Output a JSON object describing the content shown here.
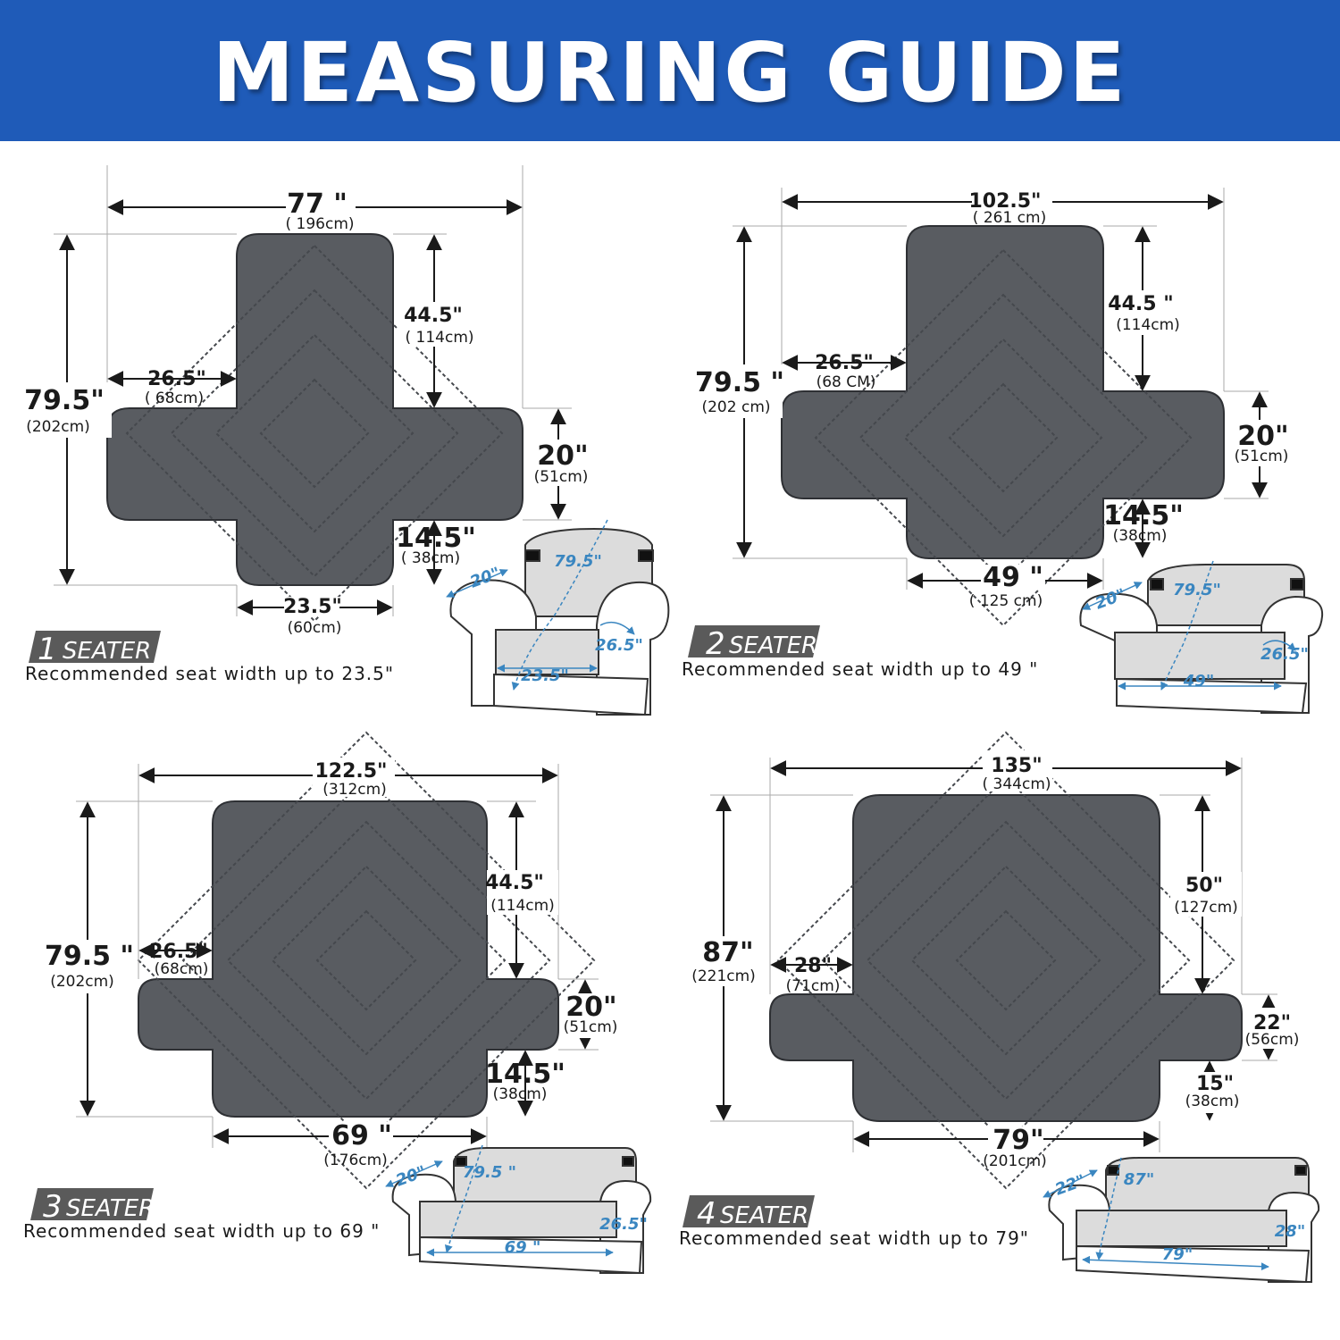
{
  "title": "MEASURING GUIDE",
  "colors": {
    "banner": "#1f5bb8",
    "cover": "#595c61",
    "stitch": "#44474c",
    "measure_blue": "#3a86c0",
    "badge": "#5a5a5a"
  },
  "panels": [
    {
      "seater_number": "1",
      "seater_word": "SEATER",
      "recommendation": "Recommended seat width up to 23.5\"",
      "dims": {
        "total_width": "77 \"",
        "total_width_cm": "( 196cm)",
        "total_height": "79.5\"",
        "total_height_cm": "(202cm)",
        "back_height": "44.5\"",
        "back_height_cm": "( 114cm)",
        "arm_width": "26.5\"",
        "arm_width_cm": "( 68cm)",
        "arm_height": "20\"",
        "arm_height_cm": "(51cm)",
        "skirt": "14.5\"",
        "skirt_cm": "( 38cm)",
        "seat_width": "23.5\"",
        "seat_width_cm": "(60cm)"
      },
      "sofa": {
        "back": "79.5\"",
        "arm": "20\"",
        "side": "26.5\"",
        "seat": "23.5\""
      }
    },
    {
      "seater_number": "2",
      "seater_word": "SEATER",
      "recommendation": "Recommended seat width up to 49 \"",
      "dims": {
        "total_width": "102.5\"",
        "total_width_cm": "( 261 cm)",
        "total_height": "79.5 \"",
        "total_height_cm": "(202 cm)",
        "back_height": "44.5 \"",
        "back_height_cm": "(114cm)",
        "arm_width": "26.5\"",
        "arm_width_cm": "(68 CM)",
        "arm_height": "20\"",
        "arm_height_cm": "(51cm)",
        "skirt": "14.5\"",
        "skirt_cm": "(38cm)",
        "seat_width": "49 \"",
        "seat_width_cm": "( 125 cm)"
      },
      "sofa": {
        "back": "79.5\"",
        "arm": "20\"",
        "side": "26.5\"",
        "seat": "49\""
      }
    },
    {
      "seater_number": "3",
      "seater_word": "SEATER",
      "recommendation": "Recommended seat width up to 69 \"",
      "dims": {
        "total_width": "122.5\"",
        "total_width_cm": "(312cm)",
        "total_height": "79.5 \"",
        "total_height_cm": "(202cm)",
        "back_height": "44.5\"",
        "back_height_cm": "(114cm)",
        "arm_width": "26.5\"",
        "arm_width_cm": "(68cm)",
        "arm_height": "20\"",
        "arm_height_cm": "(51cm)",
        "skirt": "14.5\"",
        "skirt_cm": "(38cm)",
        "seat_width": "69 \"",
        "seat_width_cm": "(176cm)"
      },
      "sofa": {
        "back": "79.5 \"",
        "arm": "20\"",
        "side": "26.5\"",
        "seat": "69 \""
      }
    },
    {
      "seater_number": "4",
      "seater_word": "SEATER",
      "recommendation": "Recommended seat width up to 79\"",
      "dims": {
        "total_width": "135\"",
        "total_width_cm": "( 344cm)",
        "total_height": "87\"",
        "total_height_cm": "(221cm)",
        "back_height": "50\"",
        "back_height_cm": "(127cm)",
        "arm_width": "28\"",
        "arm_width_cm": "(71cm)",
        "arm_height": "22\"",
        "arm_height_cm": "(56cm)",
        "skirt": "15\"",
        "skirt_cm": "(38cm)",
        "seat_width": "79\"",
        "seat_width_cm": "(201cm)"
      },
      "sofa": {
        "back": "87\"",
        "arm": "22\"",
        "side": "28\"",
        "seat": "79\""
      }
    }
  ]
}
